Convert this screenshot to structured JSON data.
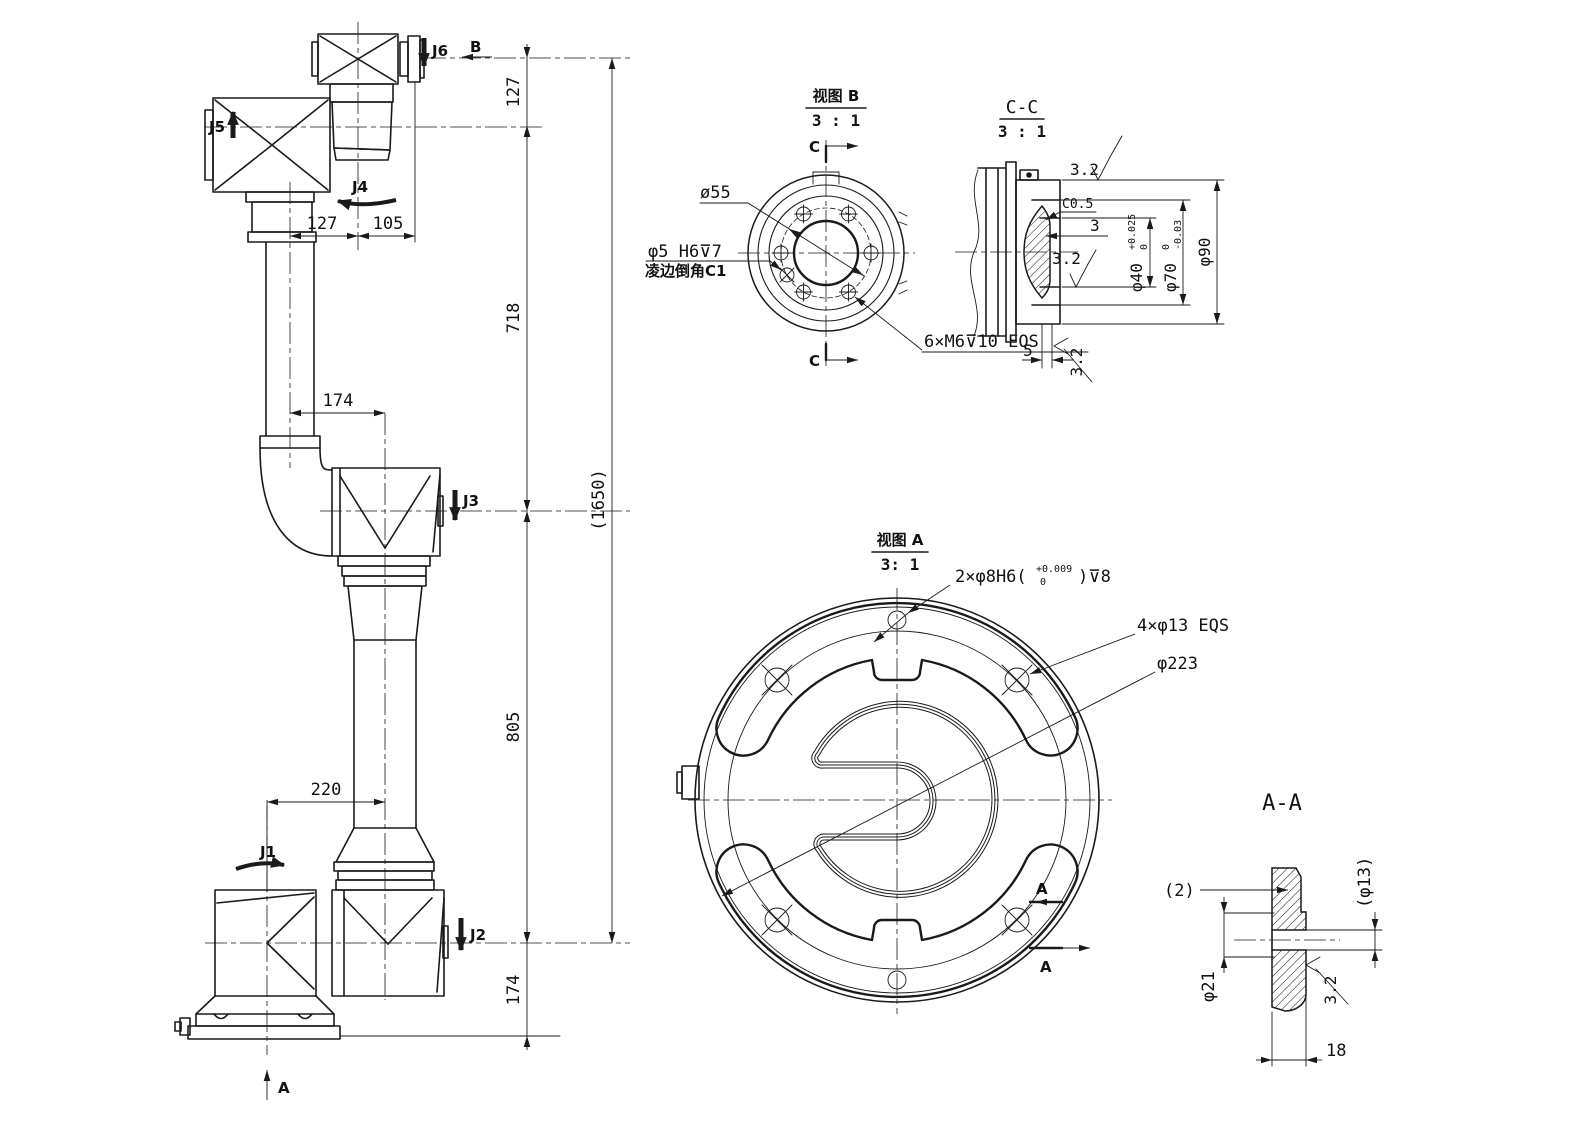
{
  "side_view": {
    "joints": {
      "j1": "J1",
      "j2": "J2",
      "j3": "J3",
      "j4": "J4",
      "j5": "J5",
      "j6": "J6"
    },
    "view_arrow_b": "B",
    "view_arrow_a": "A",
    "dims": {
      "wrist_127": "127",
      "wrist_105": "105",
      "elbow_174": "174",
      "base_220": "220",
      "h_127": "127",
      "h_718": "718",
      "h_805": "805",
      "h_174": "174",
      "total": "(1650)"
    }
  },
  "view_b": {
    "title": "视图 B",
    "scale": "3 : 1",
    "section_label": "C",
    "dia55": "ø55",
    "pin_line1": "φ5 H6⊽7",
    "pin_line2": "凌边倒角C1",
    "screws": "6×M6⊽10 EQS"
  },
  "section_cc": {
    "title": "C-C",
    "scale": "3 : 1",
    "rough_top": "3.2",
    "rough_mid": "3.2",
    "rough_bot": "3.2",
    "chamfer": "C0.5",
    "recess_3": "3",
    "d40": "φ40",
    "d40_plus": "+0.025",
    "d40_low": "0",
    "d70": "φ70",
    "d70_up": "0",
    "d70_minus": "-0.03",
    "d90": "φ90",
    "d5": "5"
  },
  "view_a": {
    "title": "视图 A",
    "scale": "3: 1",
    "section_label": "A",
    "pins_prefix": "2×φ8H6(",
    "pins_plus": "+0.009",
    "pins_zero": "0",
    "pins_suffix": ")⊽8",
    "holes": "4×φ13 EQS",
    "dia": "φ223"
  },
  "section_aa": {
    "title": "A-A",
    "qty": "(2)",
    "d21": "φ21",
    "d13": "(φ13)",
    "rough": "3.2",
    "t18": "18"
  }
}
